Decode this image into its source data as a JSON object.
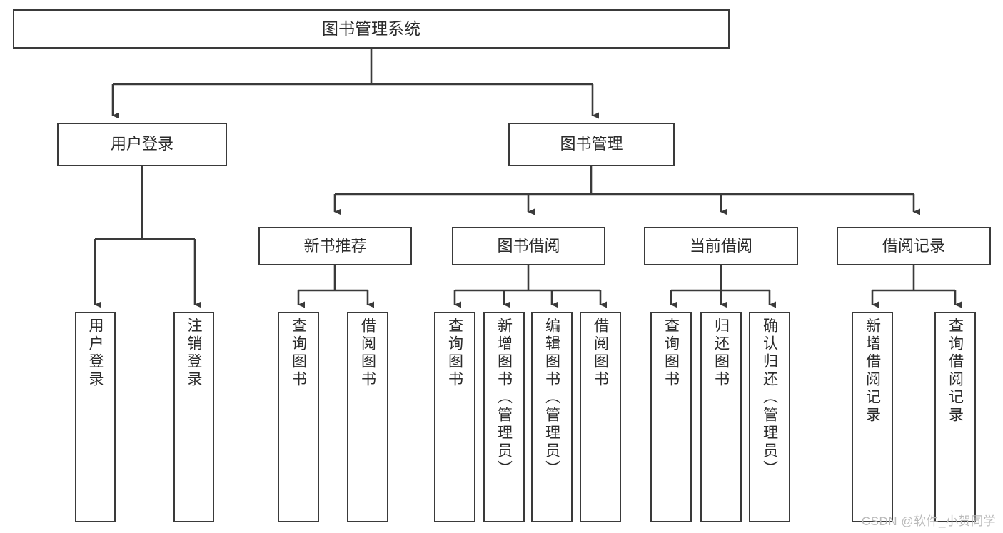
{
  "diagram": {
    "title": "图书管理系统",
    "type": "tree-hierarchy",
    "watermark": "CSDN @软件_小贺同学",
    "colors": {
      "box_border": "#3a3a3a",
      "box_fill": "#ffffff",
      "edge": "#3a3a3a",
      "text": "#2b2b2b",
      "watermark": "#b9b9b9"
    },
    "levels": {
      "root": {
        "label": "图书管理系统"
      },
      "level2": [
        {
          "label": "用户登录"
        },
        {
          "label": "图书管理"
        }
      ],
      "level3": [
        {
          "label": "新书推荐"
        },
        {
          "label": "图书借阅"
        },
        {
          "label": "当前借阅"
        },
        {
          "label": "借阅记录"
        }
      ],
      "leaves": {
        "user_login": [
          {
            "label": "用户登录"
          },
          {
            "label": "注销登录"
          }
        ],
        "new_book_recommend": [
          {
            "label": "查询图书"
          },
          {
            "label": "借阅图书"
          }
        ],
        "book_borrow": [
          {
            "label": "查询图书"
          },
          {
            "label": "新增图书（管理员）"
          },
          {
            "label": "编辑图书（管理员）"
          },
          {
            "label": "借阅图书"
          }
        ],
        "current_borrow": [
          {
            "label": "查询图书"
          },
          {
            "label": "归还图书"
          },
          {
            "label": "确认归还（管理员）"
          }
        ],
        "borrow_record": [
          {
            "label": "新增借阅记录"
          },
          {
            "label": "查询借阅记录"
          }
        ]
      }
    }
  }
}
